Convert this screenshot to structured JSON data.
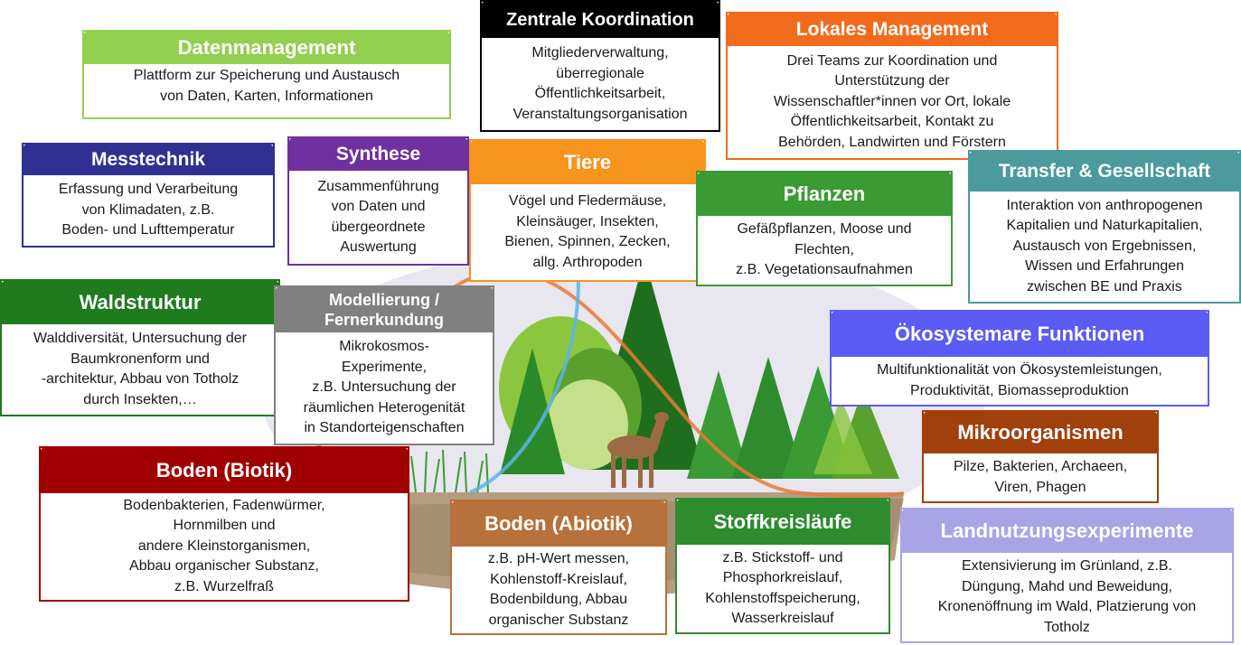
{
  "cards": {
    "datenmanagement": {
      "title": "Datenmanagement",
      "text": "Plattform zur Speicherung und Austausch\nvon Daten, Karten, Informationen",
      "color": "#92d050"
    },
    "zentrale": {
      "title": "Zentrale Koordination",
      "text": "Mitgliederverwaltung,\nüberregionale\nÖffentlichkeitsarbeit,\nVeranstaltungsorganisation",
      "color": "#000000"
    },
    "lokales": {
      "title": "Lokales Management",
      "text": "Drei Teams zur Koordination und\nUnterstützung der\nWissenschaftler*innen vor Ort, lokale\nÖffentlichkeitsarbeit, Kontakt zu\nBehörden, Landwirten und Förstern",
      "color": "#f26b1d"
    },
    "messtechnik": {
      "title": "Messtechnik",
      "text": "Erfassung und Verarbeitung\nvon Klimadaten, z.B.\nBoden- und Lufttemperatur",
      "color": "#2e3192"
    },
    "synthese": {
      "title": "Synthese",
      "text": "Zusammenführung\nvon Daten und\nübergeordnete\nAuswertung",
      "color": "#7030a0"
    },
    "tiere": {
      "title": "Tiere",
      "text": "Vögel und Fledermäuse,\nKleinsäuger, Insekten,\nBienen, Spinnen, Zecken,\nallg. Arthropoden",
      "color": "#f7941d"
    },
    "pflanzen": {
      "title": "Pflanzen",
      "text": "Gefäßpflanzen, Moose und\nFlechten,\nz.B. Vegetationsaufnahmen",
      "color": "#3a9b35"
    },
    "transfer": {
      "title": "Transfer & Gesellschaft",
      "text": "Interaktion von anthropogenen\nKapitalien und Naturkapitalien,\nAustausch von Ergebnissen,\nWissen und Erfahrungen\nzwischen BE und Praxis",
      "color": "#4a9a9e"
    },
    "waldstruktur": {
      "title": "Waldstruktur",
      "text": "Walddiversität, Untersuchung der\nBaumkronenform und\n-architektur, Abbau von Totholz\ndurch Insekten,…",
      "color": "#1e7b1e"
    },
    "modellierung": {
      "title": "Modellierung /\nFernerkundung",
      "text": "Mikrokosmos-\nExperimente,\nz.B. Untersuchung der\nräumlichen Heterogenität\nin Standorteigenschaften",
      "color": "#808080"
    },
    "oekosystem": {
      "title": "Ökosystemare Funktionen",
      "text": "Multifunktionalität von Ökosystemleistungen,\nProduktivität, Biomasseproduktion",
      "color": "#5b5bf5"
    },
    "mikro": {
      "title": "Mikroorganismen",
      "text": "Pilze, Bakterien, Archaeen,\nViren, Phagen",
      "color": "#a0400b"
    },
    "boden_biotik": {
      "title": "Boden (Biotik)",
      "text": "Bodenbakterien, Fadenwürmer,\nHornmilben und\nandere Kleinstorganismen,\nAbbau organischer Substanz,\nz.B. Wurzelfraß",
      "color": "#a00000"
    },
    "boden_abiotik": {
      "title": "Boden (Abiotik)",
      "text": "z.B. pH-Wert messen,\nKohlenstoff-Kreislauf,\nBodenbildung, Abbau\norganischer Substanz",
      "color": "#b8713a"
    },
    "stoffkreis": {
      "title": "Stoffkreisläufe",
      "text": "z.B. Stickstoff- und\nPhosphorkreislauf,\nKohlenstoffspeicherung,\nWasserkreislauf",
      "color": "#2e8b2e"
    },
    "landnutzung": {
      "title": "Landnutzungsexperimente",
      "text": "Extensivierung im Grünland, z.B.\nDüngung, Mahd und Beweidung,\nKronenöffnung im Wald, Platzierung von\nTotholz",
      "color": "#a9a4e6"
    }
  }
}
